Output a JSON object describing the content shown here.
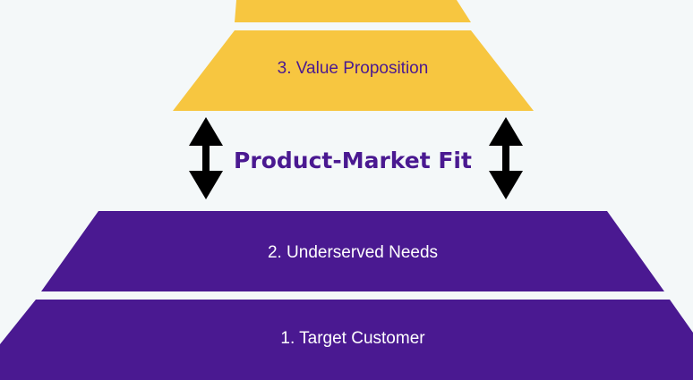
{
  "colors": {
    "background": "#f4f8f9",
    "gold": "#f7c640",
    "purple": "#4a1991",
    "gold_label": "#4a1991",
    "purple_label": "#ffffff",
    "arrow": "#000000"
  },
  "layers": {
    "top_partial": {
      "label": ""
    },
    "value_proposition": {
      "label": "3. Value Proposition"
    },
    "underserved_needs": {
      "label": "2. Underserved Needs"
    },
    "target_customer": {
      "label": "1. Target Customer"
    }
  },
  "fit": {
    "label": "Product-Market Fit",
    "left_arrow_icon": "double-arrow-vertical",
    "right_arrow_icon": "double-arrow-vertical"
  }
}
